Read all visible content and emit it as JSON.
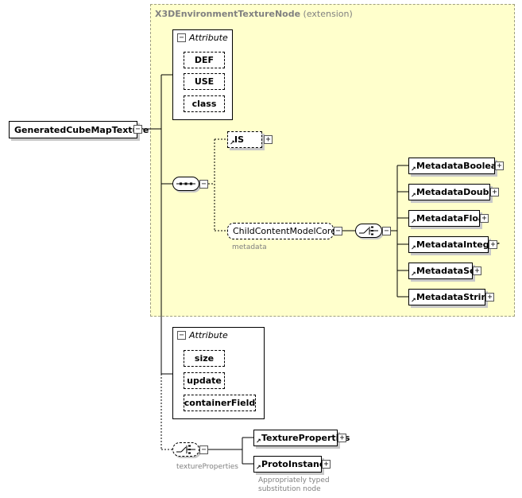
{
  "extension": {
    "name": "X3DEnvironmentTextureNode",
    "suffix": "(extension)"
  },
  "root": {
    "name": "GeneratedCubeMapTexture"
  },
  "attribute_groups": [
    {
      "title": "Attribute",
      "items": [
        "DEF",
        "USE",
        "class"
      ]
    },
    {
      "title": "Attribute",
      "items": [
        "size",
        "update",
        "containerField"
      ]
    }
  ],
  "is_node": {
    "name": "IS"
  },
  "child_content": {
    "name": "ChildContentModelCore",
    "caption": "metadata"
  },
  "metadata_nodes": [
    "MetadataBoolean",
    "MetadataDouble",
    "MetadataFloat",
    "MetadataInteger",
    "MetadataSet",
    "MetadataString"
  ],
  "texture_choice": {
    "caption": "textureProperties",
    "nodes": [
      "TextureProperties",
      "ProtoInstance"
    ],
    "note_line1": "Appropriately typed",
    "note_line2": "substitution node"
  },
  "symbols": {
    "expand": "+",
    "collapse": "−",
    "reference_arrow": "↗"
  }
}
